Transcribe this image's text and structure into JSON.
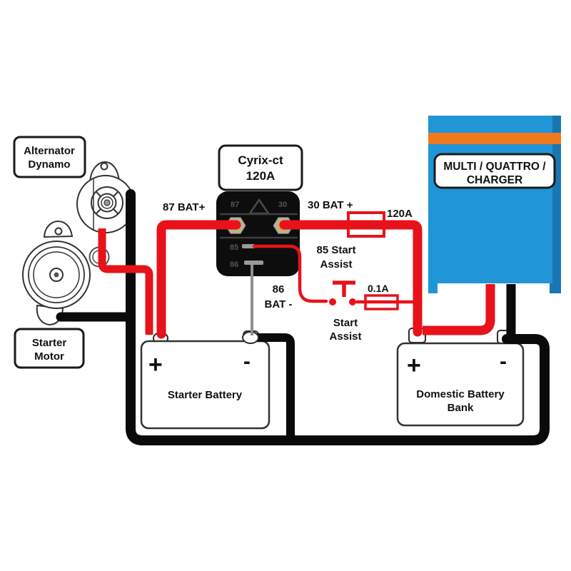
{
  "diagram_title": "Cyrix-ct 120A battery combiner wiring diagram",
  "colors": {
    "positive_wire": "#e8121a",
    "negative_wire": "#0a0a0a",
    "ground_signal_wire": "#8f8f8f",
    "victron_blue": "#2095d8",
    "victron_blue_shadow": "#1877b0",
    "victron_orange": "#f0791d",
    "relay_body": "#0d0d0d",
    "terminal_hex": "#b8b29a",
    "terminal_ring": "#e8a41c"
  },
  "components": {
    "alternator": {
      "label_line1": "Alternator",
      "label_line2": "Dynamo"
    },
    "starter_motor": {
      "label_line1": "Starter",
      "label_line2": "Motor"
    },
    "cyrix": {
      "label_line1": "Cyrix-ct",
      "label_line2": "120A",
      "terminal_87": "87",
      "terminal_30": "30",
      "terminal_85": "85",
      "terminal_86": "86"
    },
    "multi": {
      "label_line1": "MULTI / QUATTRO /",
      "label_line2": "CHARGER"
    },
    "starter_battery": {
      "label": "Starter Battery",
      "plus": "+",
      "minus": "-"
    },
    "domestic_battery": {
      "label_line1": "Domestic Battery",
      "label_line2": "Bank",
      "plus": "+",
      "minus": "-"
    }
  },
  "wire_labels": {
    "bat87": "87 BAT+",
    "bat30": "30 BAT +",
    "fuse_main": "120A",
    "assist85_line1": "85 Start",
    "assist85_line2": "Assist",
    "bat86_line1": "86",
    "bat86_line2": "BAT -",
    "fuse_small": "0.1A",
    "button_line1": "Start",
    "button_line2": "Assist"
  }
}
